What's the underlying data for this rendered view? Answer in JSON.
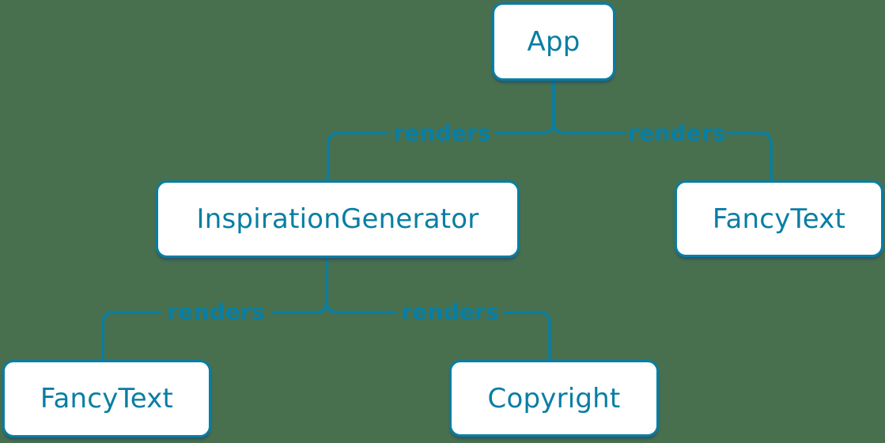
{
  "colors": {
    "accent": "#087ea4",
    "background": "#48704f",
    "node_background": "#ffffff"
  },
  "diagram": {
    "type": "component-render-tree"
  },
  "nodes": [
    {
      "id": "app",
      "label": "App"
    },
    {
      "id": "inspiration-generator",
      "label": "InspirationGenerator"
    },
    {
      "id": "fancy-text-top",
      "label": "FancyText"
    },
    {
      "id": "fancy-text-bottom",
      "label": "FancyText"
    },
    {
      "id": "copyright",
      "label": "Copyright"
    }
  ],
  "edges": [
    {
      "from": "App",
      "to": "InspirationGenerator",
      "label": "renders"
    },
    {
      "from": "App",
      "to": "FancyText",
      "label": "renders"
    },
    {
      "from": "InspirationGenerator",
      "to": "FancyText",
      "label": "renders"
    },
    {
      "from": "InspirationGenerator",
      "to": "Copyright",
      "label": "renders"
    }
  ]
}
